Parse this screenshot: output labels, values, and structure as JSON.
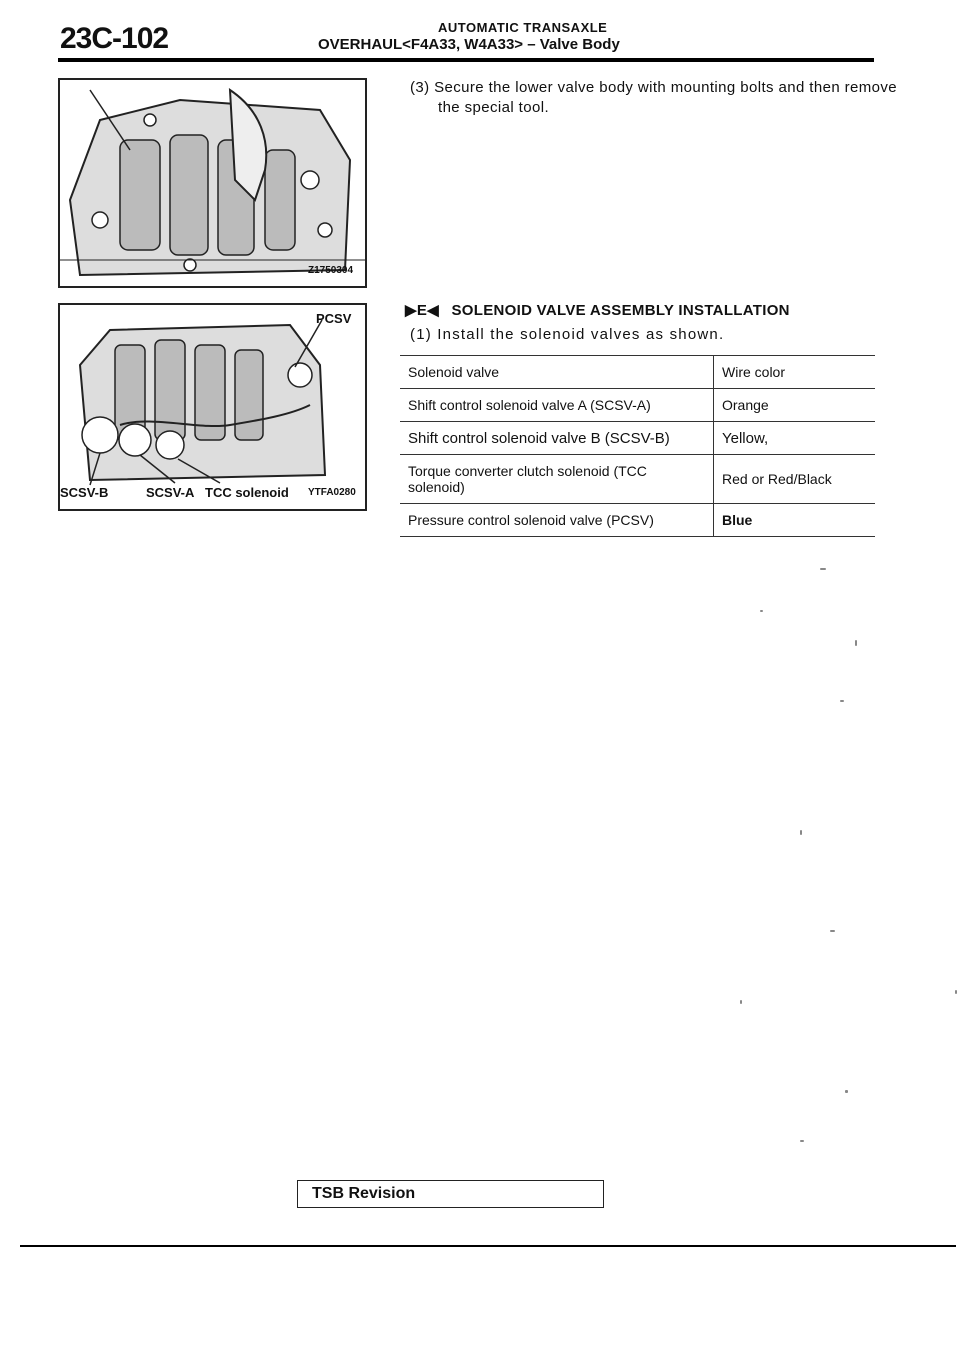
{
  "header": {
    "page_number": "23C-102",
    "category": "AUTOMATIC TRANSAXLE",
    "subtitle": "OVERHAUL<F4A33, W4A33> – Valve Body"
  },
  "figures": {
    "top": {
      "code": "Z1750304"
    },
    "bottom": {
      "code": "YTFA0280",
      "labels": {
        "pcsv": "PCSV",
        "scsv_b": "SCSV-B",
        "scsv_a": "SCSV-A",
        "tcc": "TCC solenoid"
      }
    }
  },
  "step3": "(3) Secure the lower valve body with mounting bolts and then remove the special tool.",
  "section": {
    "marker": "E",
    "title": "SOLENOID VALVE ASSEMBLY INSTALLATION"
  },
  "step1": "(1) Install the solenoid valves as shown.",
  "table": {
    "header": [
      "Solenoid valve",
      "Wire color"
    ],
    "rows": [
      [
        "Shift control solenoid valve A (SCSV-A)",
        "Orange"
      ],
      [
        "Shift control solenoid valve B (SCSV-B)",
        "Yellow,"
      ],
      [
        "Torque converter clutch solenoid (TCC solenoid)",
        "Red or Red/Black"
      ],
      [
        "Pressure control solenoid valve (PCSV)",
        "Blue"
      ]
    ]
  },
  "footer": {
    "tsb": "TSB Revision"
  }
}
